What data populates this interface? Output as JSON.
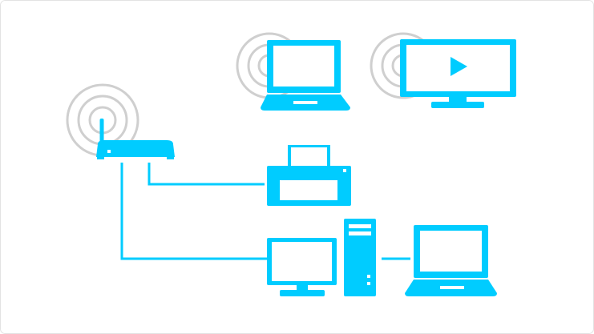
{
  "colors": {
    "accent": "#00ccff",
    "wave": "#cfcfcf",
    "background": "#ffffff",
    "border": "#e3e3e3"
  },
  "nodes": [
    {
      "id": "router",
      "icon": "wireless-router-icon"
    },
    {
      "id": "wireless-laptop",
      "icon": "laptop-icon"
    },
    {
      "id": "smart-tv",
      "icon": "tv-play-icon"
    },
    {
      "id": "printer",
      "icon": "printer-icon"
    },
    {
      "id": "desktop-monitor",
      "icon": "monitor-icon"
    },
    {
      "id": "desktop-tower",
      "icon": "computer-tower-icon"
    },
    {
      "id": "wired-laptop",
      "icon": "laptop-icon"
    }
  ],
  "connections": [
    {
      "from": "router",
      "to": "printer",
      "type": "wired"
    },
    {
      "from": "router",
      "to": "desktop-monitor",
      "type": "wired"
    },
    {
      "from": "desktop-tower",
      "to": "wired-laptop",
      "type": "wired"
    },
    {
      "from": "router",
      "to": "wireless-laptop",
      "type": "wireless"
    },
    {
      "from": "router",
      "to": "smart-tv",
      "type": "wireless"
    }
  ]
}
